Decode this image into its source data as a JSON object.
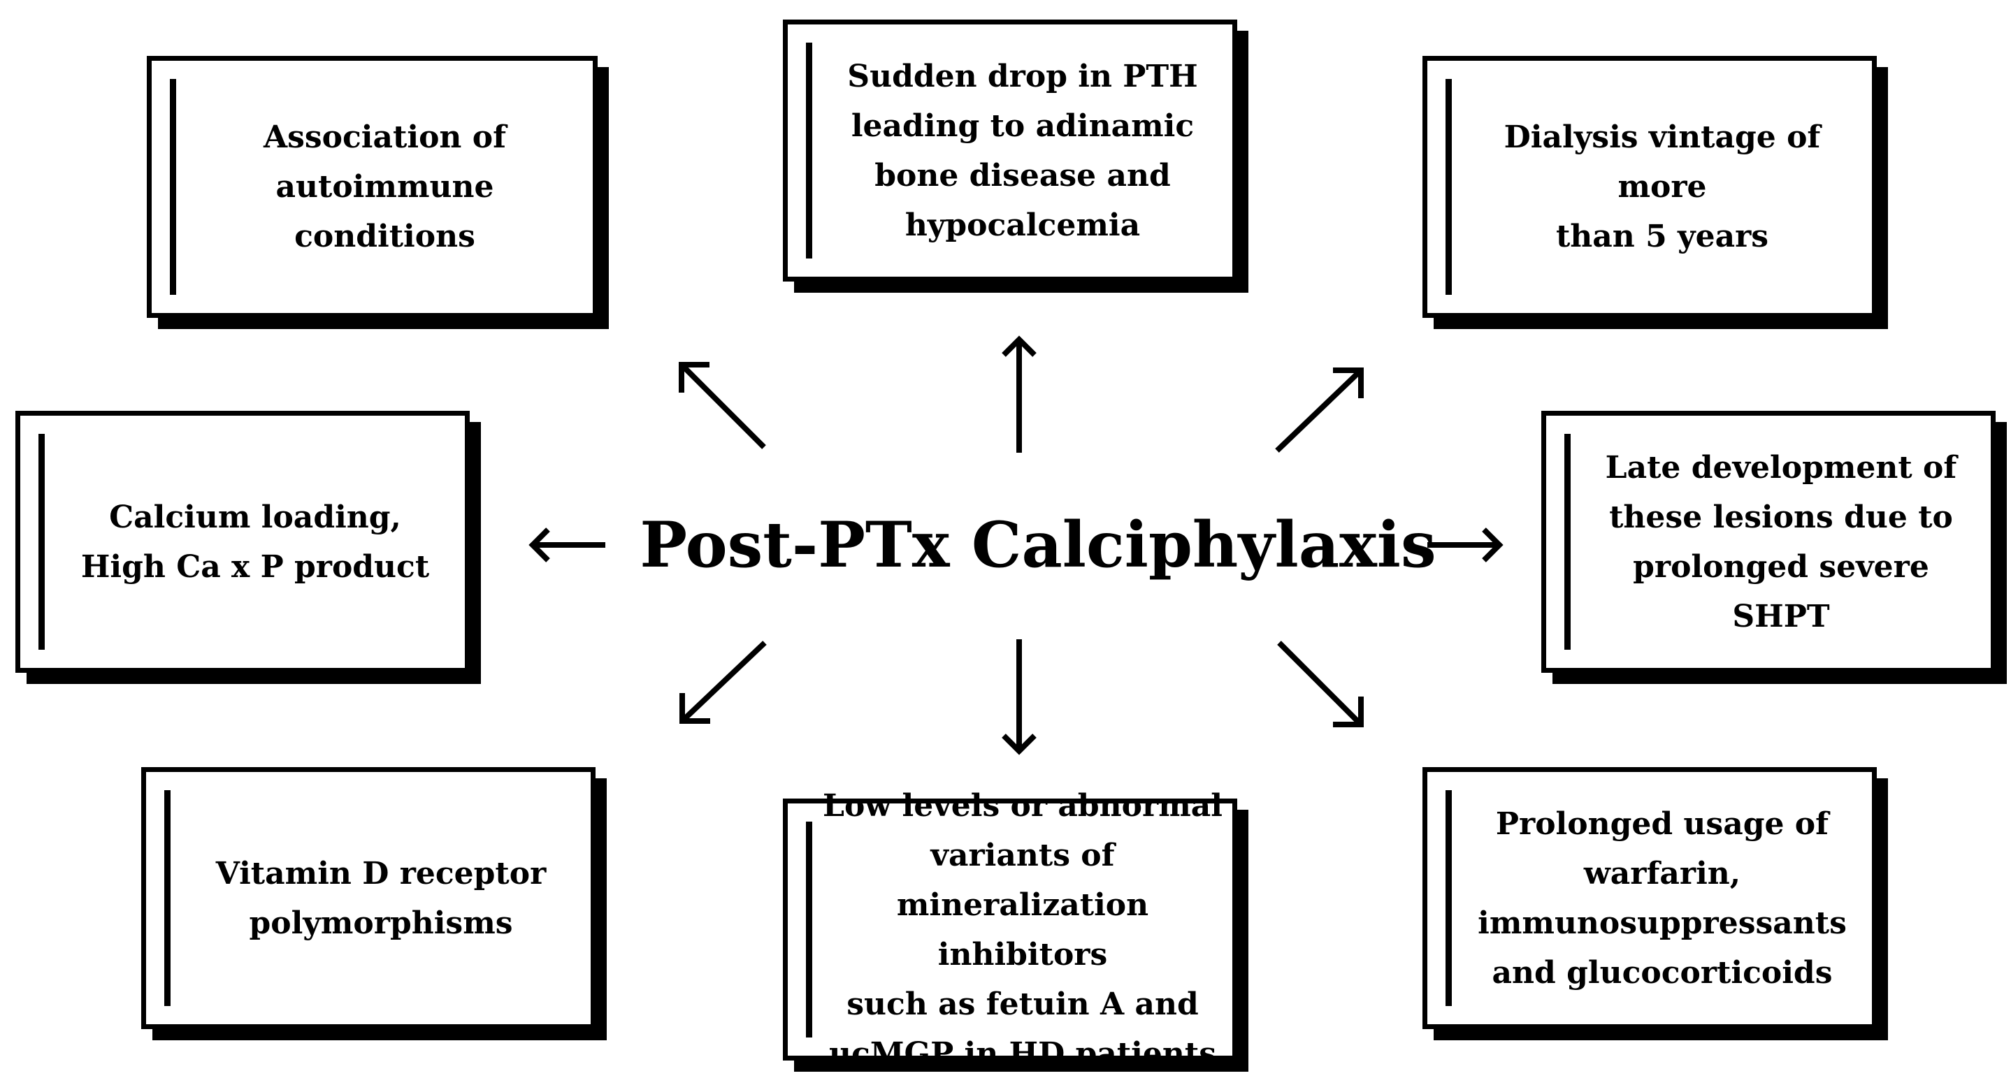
{
  "center": {
    "title": "Post-PTx Calciphylaxis"
  },
  "boxes": {
    "top_left": "Association of\nautoimmune conditions",
    "top_center": "Sudden drop in PTH\nleading to adinamic\nbone disease and\nhypocalcemia",
    "top_right": "Dialysis vintage of more\nthan 5 years",
    "middle_left": "Calcium loading,\nHigh Ca x P product",
    "middle_right": "Late development of\nthese lesions due to\nprolonged severe\nSHPT",
    "bottom_left": "Vitamin D receptor\npolymorphisms",
    "bottom_center": "Low levels or abnormal\nvariants of\nmineralization inhibitors\nsuch as fetuin A and\nucMGP in HD patients",
    "bottom_right": "Prolonged usage of\nwarfarin,\nimmunosuppressants\nand glucocorticoids"
  },
  "colors": {
    "ink": "#000000",
    "background": "#ffffff"
  }
}
